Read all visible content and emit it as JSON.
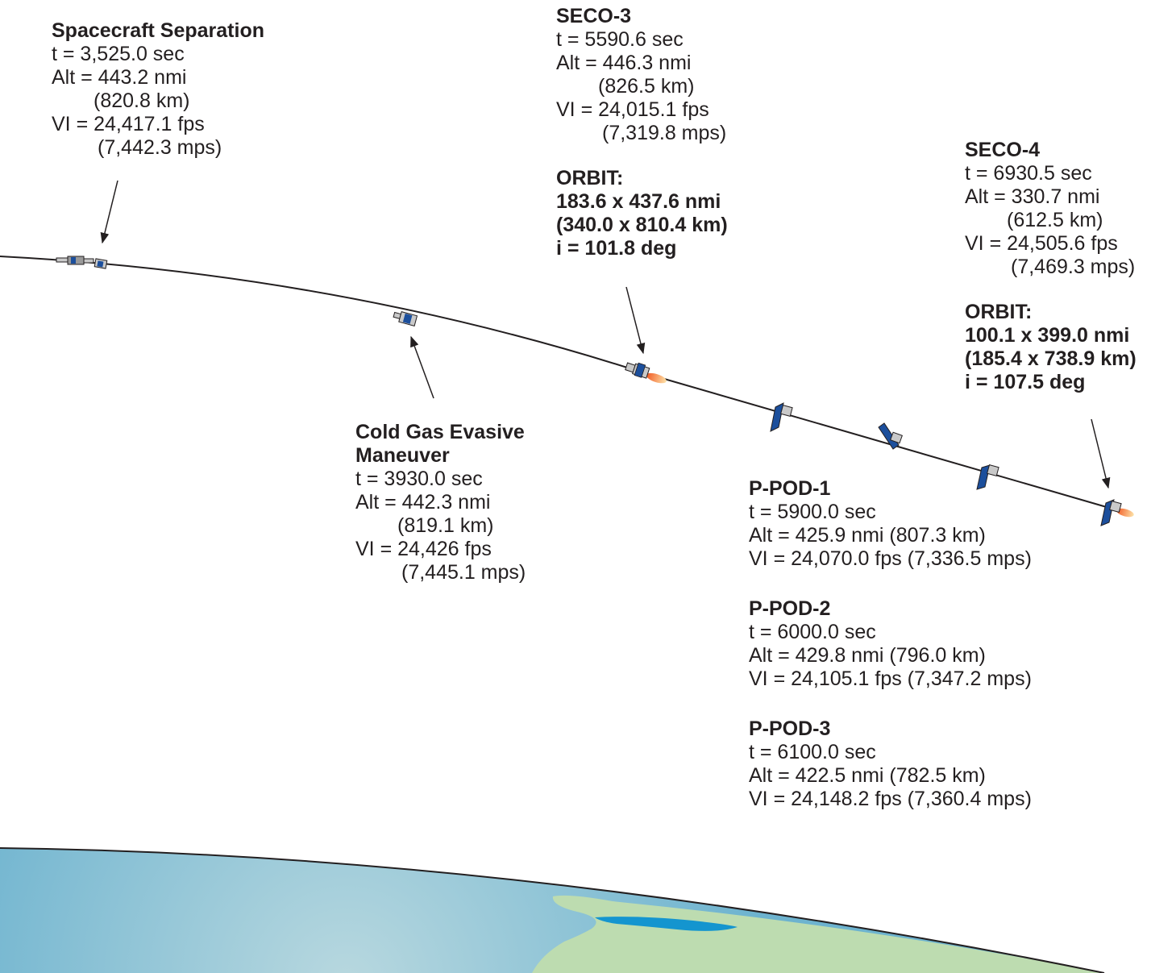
{
  "colors": {
    "text": "#231f20",
    "trajectory": "#231f20",
    "ocean_light": "#a8d2dd",
    "ocean_dark": "#69b1d0",
    "land": "#bddcb0",
    "lake": "#1495cf",
    "solar_panel": "#1c4f9c",
    "spacecraft_body": "#c9c9c9",
    "plume": "#f47a3a"
  },
  "events": {
    "separation": {
      "title": "Spacecraft Separation",
      "t": "t = 3,525.0 sec",
      "alt": "Alt = 443.2 nmi",
      "alt_km": "(820.8 km)",
      "vi": "VI = 24,417.1 fps",
      "vi_mps": "(7,442.3 mps)"
    },
    "seco3": {
      "title": "SECO-3",
      "t": "t = 5590.6 sec",
      "alt": "Alt = 446.3 nmi",
      "alt_km": "(826.5 km)",
      "vi": "VI = 24,015.1 fps",
      "vi_mps": "(7,319.8 mps)",
      "orbit_label": "ORBIT:",
      "orbit_nmi": "183.6 x 437.6 nmi",
      "orbit_km": "(340.0 x 810.4 km)",
      "inclination": "i = 101.8 deg"
    },
    "seco4": {
      "title": "SECO-4",
      "t": "t = 6930.5 sec",
      "alt": "Alt = 330.7 nmi",
      "alt_km": "(612.5 km)",
      "vi": "VI = 24,505.6 fps",
      "vi_mps": "(7,469.3 mps)",
      "orbit_label": "ORBIT:",
      "orbit_nmi": "100.1 x 399.0 nmi",
      "orbit_km": "(185.4 x 738.9 km)",
      "inclination": "i = 107.5 deg"
    },
    "cold_gas": {
      "title_line1": "Cold Gas Evasive",
      "title_line2": "Maneuver",
      "t": "t = 3930.0 sec",
      "alt": "Alt = 442.3 nmi",
      "alt_km": "(819.1 km)",
      "vi": "VI = 24,426 fps",
      "vi_mps": "(7,445.1 mps)"
    },
    "ppod1": {
      "title": "P-POD-1",
      "t": "t = 5900.0 sec",
      "alt": "Alt = 425.9 nmi (807.3 km)",
      "vi": "VI = 24,070.0 fps (7,336.5 mps)"
    },
    "ppod2": {
      "title": "P-POD-2",
      "t": "t = 6000.0 sec",
      "alt": "Alt = 429.8 nmi (796.0 km)",
      "vi": "VI = 24,105.1 fps (7,347.2 mps)"
    },
    "ppod3": {
      "title": "P-POD-3",
      "t": "t = 6100.0 sec",
      "alt": "Alt = 422.5 nmi (782.5 km)",
      "vi": "VI = 24,148.2 fps (7,360.4 mps)"
    }
  }
}
